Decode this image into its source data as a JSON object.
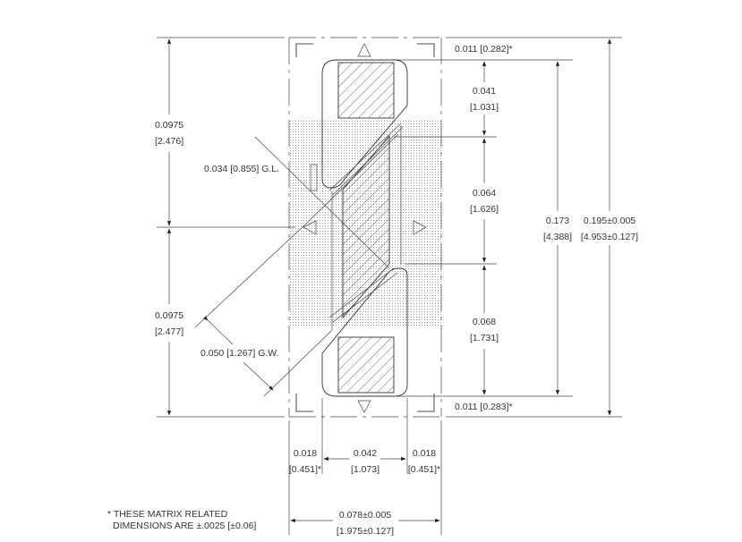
{
  "diagram": {
    "type": "mechanical dimension drawing (die package outline)",
    "units": "inches [millimeters]",
    "dimensions": {
      "top_margin": "0.011 [0.282]*",
      "bottom_margin": "0.011 [0.283]*",
      "top_pad_to_gate": {
        "in": "0.041",
        "mm": "[1.031]"
      },
      "gate_span": {
        "in": "0.064",
        "mm": "[1.626]"
      },
      "gate_to_bottom_pad": {
        "in": "0.068",
        "mm": "[1.731]"
      },
      "inner_height": {
        "in": "0.173",
        "mm": "[4.388]"
      },
      "overall_height": {
        "in": "0.195±0.005",
        "mm": "[4.953±0.127]"
      },
      "upper_half": {
        "in": "0.0975",
        "mm": "[2.476]"
      },
      "lower_half": {
        "in": "0.0975",
        "mm": "[2.477]"
      },
      "gate_length": "0.034 [0.855] G.L.",
      "gate_width": "0.050 [1.267] G.W.",
      "left_margin": {
        "in": "0.018",
        "mm": "[0.451]*"
      },
      "center_width": {
        "in": "0.042",
        "mm": "[1.073]"
      },
      "right_margin": {
        "in": "0.018",
        "mm": "[0.451]*"
      },
      "overall_width": {
        "in": "0.078±0.005",
        "mm": "[1.975±0.127]"
      }
    },
    "note": {
      "line1": "* THESE MATRIX RELATED",
      "line2": "DIMENSIONS ARE ±.0025 [±0.06]"
    }
  }
}
